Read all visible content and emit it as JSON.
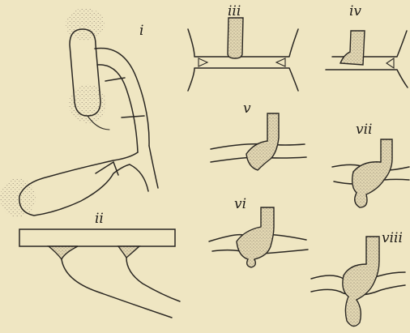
{
  "figure": {
    "panels": [
      {
        "id": "i",
        "label": "i"
      },
      {
        "id": "ii",
        "label": "ii"
      },
      {
        "id": "iii",
        "label": "iii"
      },
      {
        "id": "iv",
        "label": "iv"
      },
      {
        "id": "v",
        "label": "v"
      },
      {
        "id": "vi",
        "label": "vi"
      },
      {
        "id": "vii",
        "label": "vii"
      },
      {
        "id": "viii",
        "label": "viii"
      }
    ],
    "colors": {
      "paper": "#efe6c2",
      "ink": "#2a2722",
      "stipple": "#6f6458"
    }
  }
}
